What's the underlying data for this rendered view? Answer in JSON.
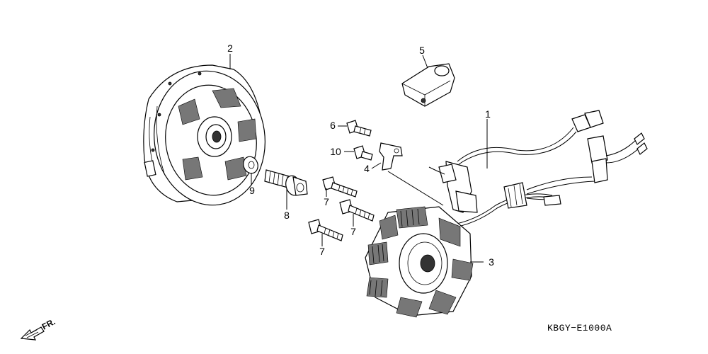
{
  "callouts": [
    {
      "id": "1",
      "text": "1"
    },
    {
      "id": "2",
      "text": "2"
    },
    {
      "id": "3",
      "text": "3"
    },
    {
      "id": "4",
      "text": "4"
    },
    {
      "id": "5",
      "text": "5"
    },
    {
      "id": "6",
      "text": "6"
    },
    {
      "id": "7a",
      "text": "7"
    },
    {
      "id": "7b",
      "text": "7"
    },
    {
      "id": "7c",
      "text": "7"
    },
    {
      "id": "8",
      "text": "8"
    },
    {
      "id": "9",
      "text": "9"
    },
    {
      "id": "10",
      "text": "10"
    }
  ],
  "diagram_code": "KBGY−E1000A",
  "front_indicator": "FR."
}
